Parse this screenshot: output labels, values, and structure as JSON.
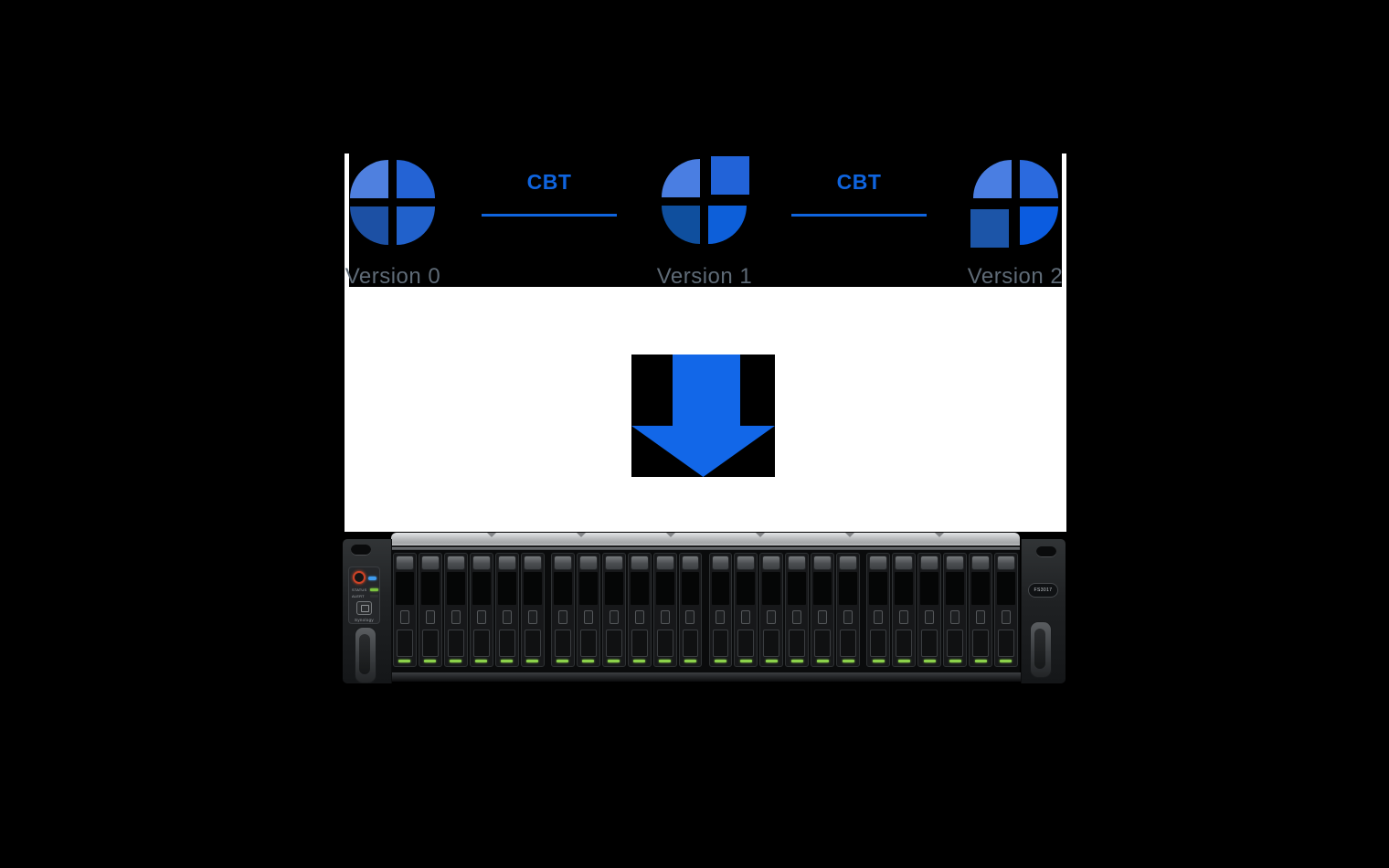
{
  "page": {
    "background": "#000000",
    "panel_background": "#ffffff"
  },
  "diagram": {
    "versions": [
      {
        "label": "Version 0",
        "changed": null,
        "quadrants": {
          "tl": "#4F80DF",
          "tr": "#2463D4",
          "bl": "#1C50A4",
          "br": "#2161CB"
        }
      },
      {
        "label": "Version 1",
        "changed": "tr",
        "quadrants": {
          "tl": "#4A7EE2",
          "tr": "#2263D8",
          "bl": "#0F4F9E",
          "br": "#0D5FD9"
        }
      },
      {
        "label": "Version 2",
        "changed": "bl",
        "quadrants": {
          "tl": "#4A7EE2",
          "tr": "#2B6ADE",
          "bl": "#1C55A8",
          "br": "#0B5CE0"
        }
      }
    ],
    "cbt_links": [
      {
        "label": "CBT"
      },
      {
        "label": "CBT"
      }
    ],
    "cbt_color": "#0F64DE",
    "version_label_color": "#5E6A76",
    "arrow": {
      "color": "#1267E8",
      "direction": "down"
    }
  },
  "server": {
    "model": "FS3017",
    "brand": "Synology",
    "status_label": "STATUS",
    "alert_label": "ALERT",
    "groups": 4,
    "bays_per_group": 6,
    "led_color": "#8BD14A",
    "status_led_color": "#7CC43F",
    "alert_led_color": "#2E3032",
    "top_tab_count": 6
  }
}
